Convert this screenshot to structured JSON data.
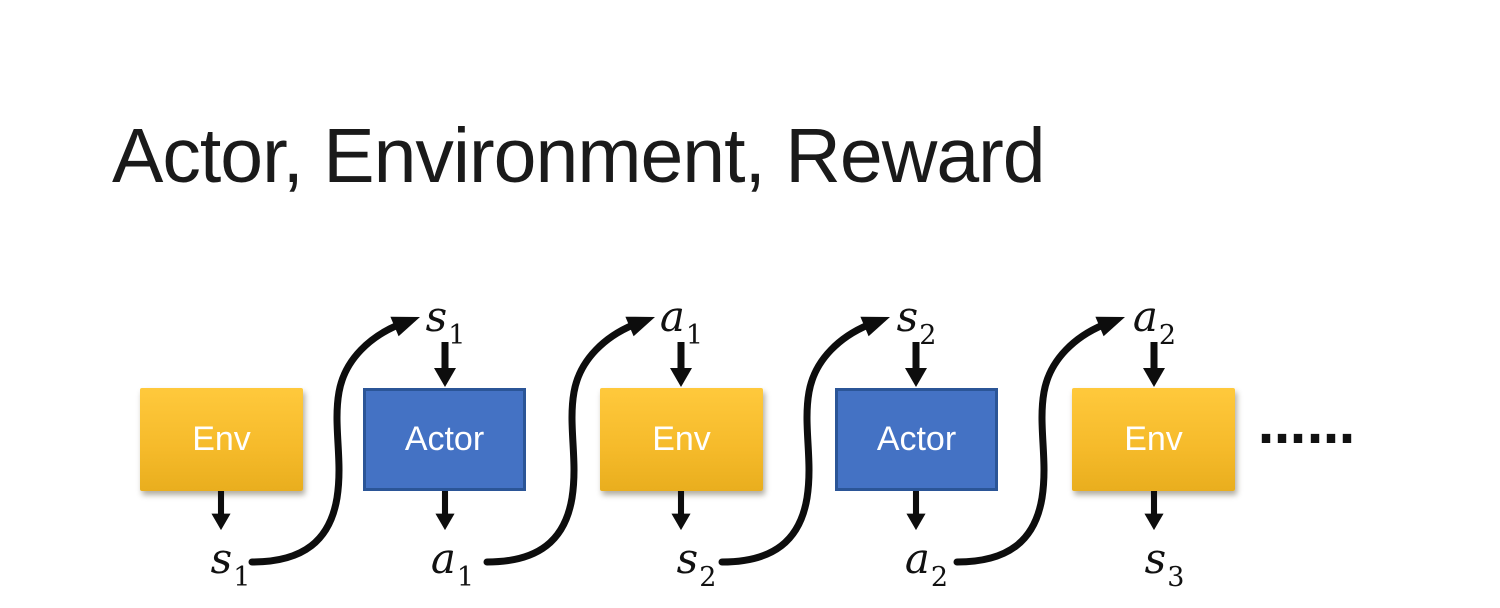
{
  "title": "Actor, Environment, Reward",
  "diagram": {
    "boxes": [
      {
        "label": "Env"
      },
      {
        "label": "Actor"
      },
      {
        "label": "Env"
      },
      {
        "label": "Actor"
      },
      {
        "label": "Env"
      }
    ],
    "top_labels": [
      {
        "base": "s",
        "sub": "1"
      },
      {
        "base": "a",
        "sub": "1"
      },
      {
        "base": "s",
        "sub": "2"
      },
      {
        "base": "a",
        "sub": "2"
      }
    ],
    "bottom_labels": [
      {
        "base": "s",
        "sub": "1"
      },
      {
        "base": "a",
        "sub": "1"
      },
      {
        "base": "s",
        "sub": "2"
      },
      {
        "base": "a",
        "sub": "2"
      },
      {
        "base": "s",
        "sub": "3"
      }
    ],
    "ellipsis": "……",
    "colors": {
      "env_gradient_top": "#FFC93C",
      "env_gradient_bottom": "#E9AE1E",
      "actor_fill": "#4472C4",
      "actor_border": "#2B5597",
      "arrow": "#0D0D0D",
      "title_text": "#1A1A1A",
      "box_text": "#FFFFFF"
    }
  }
}
